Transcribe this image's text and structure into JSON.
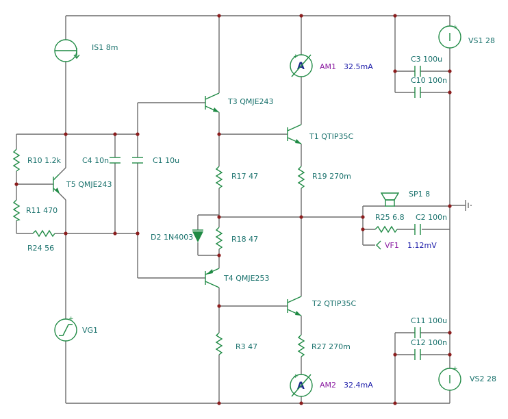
{
  "components": {
    "is1": "IS1 8m",
    "vs1": "VS1 28",
    "vs2": "VS2 28",
    "vg1": "VG1",
    "am1": {
      "name": "AM1",
      "value": "32.5mA",
      "symbol": "A"
    },
    "am2": {
      "name": "AM2",
      "value": "32.4mA",
      "symbol": "A"
    },
    "c3": "C3 100u",
    "c10": "C10 100n",
    "c11": "C11 100u",
    "c12": "C12 100n",
    "t3": "T3 QMJE243",
    "t1": "T1 QTIP35C",
    "t5": "T5 QMJE243",
    "t4": "T4 QMJE253",
    "t2": "T2 QTIP35C",
    "r10": "R10 1.2k",
    "r11": "R11 470",
    "r24": "R24 56",
    "c4": "C4 10n",
    "c1": "C1 10u",
    "r17": "R17 47",
    "r19": "R19 270m",
    "sp1": "SP1 8",
    "r25": "R25 6.8",
    "c2": "C2 100n",
    "vf1": {
      "name": "VF1",
      "value": "1.12mV"
    },
    "d2": "D2 1N4003",
    "r18": "R18 47",
    "r3": "R3 47",
    "r27": "R27 270m"
  },
  "colors": {
    "wire": "#6b6b6b",
    "component": "#1f8a44",
    "label": "#17706b",
    "meter_name": "#8a1aa0",
    "meter_value": "#1a1aa8",
    "junction": "#8b1d1d"
  }
}
